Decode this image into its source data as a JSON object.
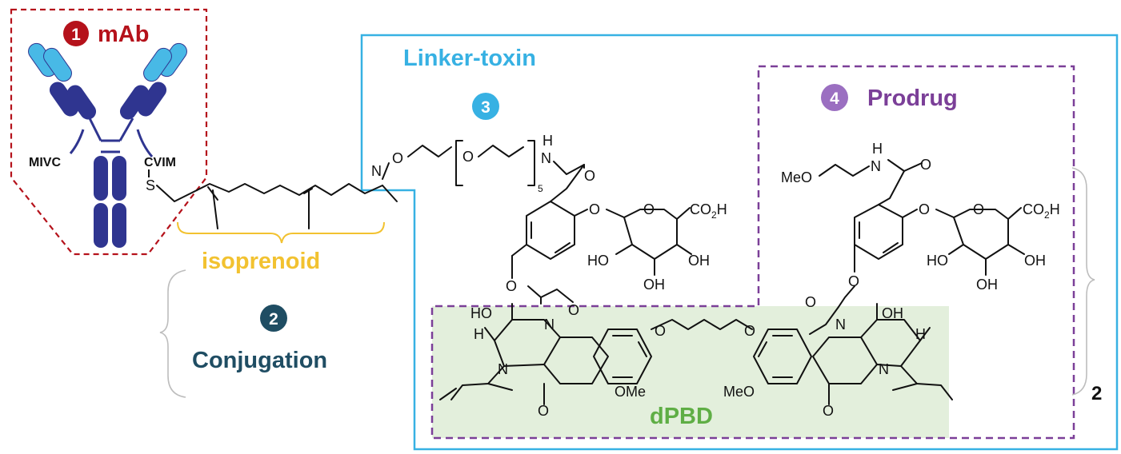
{
  "labels": {
    "mab": {
      "number": "1",
      "title": "mAb"
    },
    "conjugation": {
      "number": "2",
      "title": "Conjugation"
    },
    "linker": {
      "number": "3",
      "title": "Linker-toxin"
    },
    "prodrug": {
      "number": "4",
      "title": "Prodrug"
    },
    "isoprenoid": "isoprenoid",
    "dpbd": "dPBD",
    "repeat": "2"
  },
  "chem": {
    "mivc": "MIVC",
    "cvim": "CVIM",
    "s": "S",
    "n": "N",
    "o": "O",
    "h": "H",
    "sub5": "5",
    "co2h": "CO",
    "co2h_sub": "2",
    "co2h_tail": "H",
    "ho": "HO",
    "oh": "OH",
    "meo": "MeO",
    "ome": "OMe"
  },
  "colors": {
    "mab": "#b5121b",
    "conjugation": "#1f4d63",
    "linker": "#37b1e3",
    "prodrug": "#7b3f98",
    "prodrug_circle": "#9b6fc1",
    "isoprenoid": "#f2c230",
    "dpbd": "#5fae45",
    "dpbd_fill": "#e3efdc",
    "antibody_dark": "#2f3590",
    "antibody_light": "#48b9e6",
    "brace": "#bdbdbd"
  }
}
